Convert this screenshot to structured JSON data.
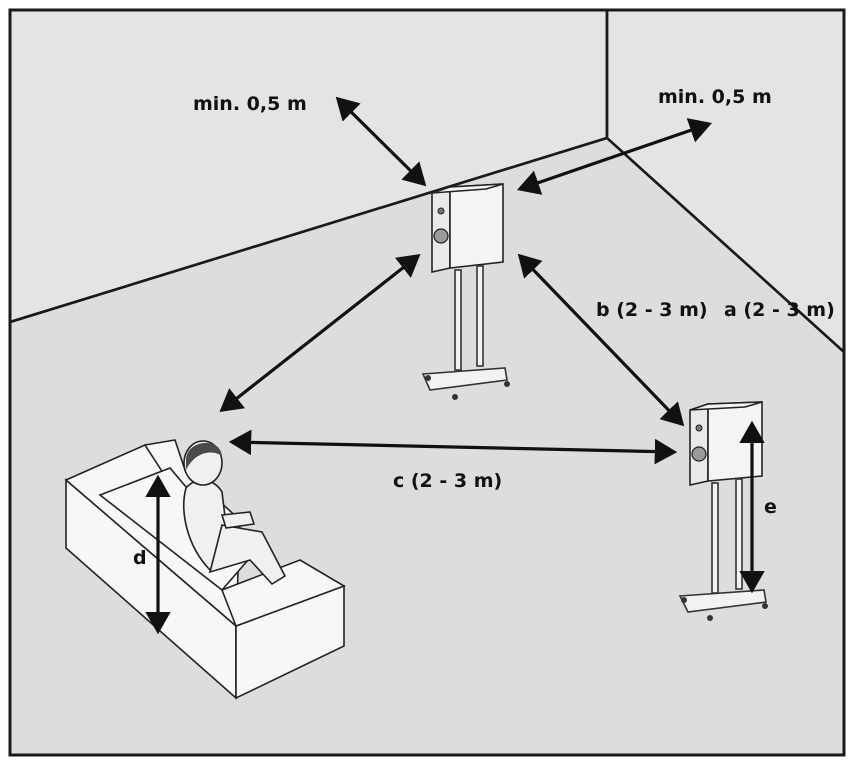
{
  "labels": {
    "wall_distance_left": "min. 0,5 m",
    "wall_distance_right": "min. 0,5 m",
    "distance_a": "a (2 - 3 m)",
    "distance_b": "b (2 - 3 m)",
    "distance_c": "c (2 - 3 m)",
    "height_d": "d",
    "height_e": "e"
  },
  "colors": {
    "line": "#111111",
    "wall": "#e4e4e4",
    "floor": "#dddddd"
  }
}
